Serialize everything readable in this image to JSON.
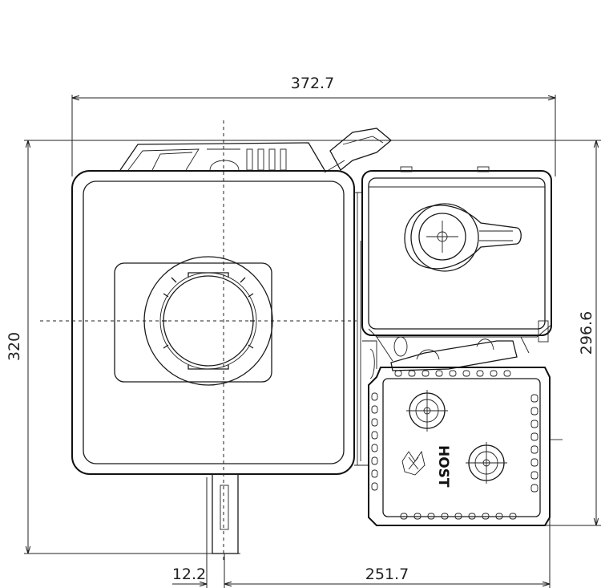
{
  "dimensions": {
    "overall_width": "372.7",
    "overall_height": "320",
    "right_height": "296.6",
    "shaft_offset": "12.2",
    "shaft_to_right": "251.7"
  },
  "logo_text": "HOST"
}
